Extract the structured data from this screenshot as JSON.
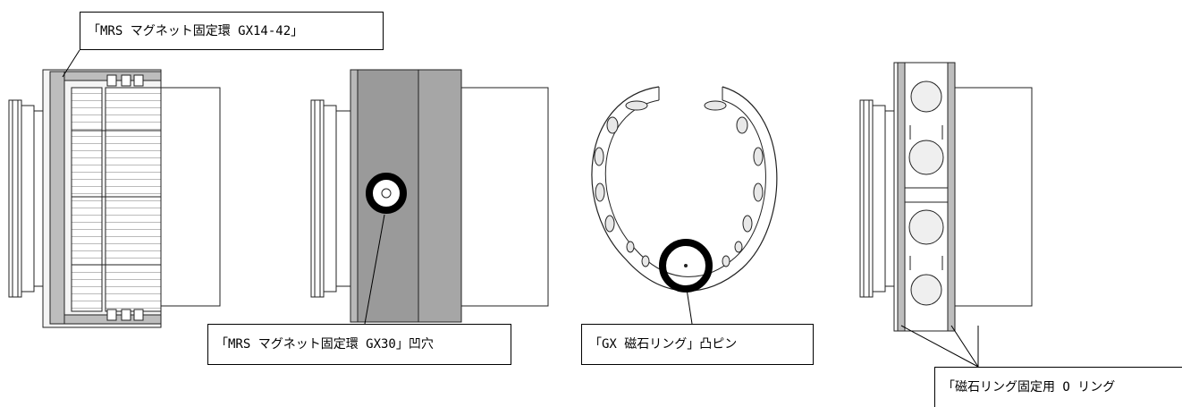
{
  "callouts": {
    "c1": "「MRS マグネット固定環 GX14-42」",
    "c2": "「MRS マグネット固定環 GX30」凹穴",
    "c3": "「GX 磁石リング」凸ピン",
    "c4": "「磁石リング固定用 O リング"
  },
  "colors": {
    "line": "#000000",
    "gray_band": "#9a9a9a",
    "light_gray": "#d8d8d8",
    "highlight_ring": "#000000"
  }
}
